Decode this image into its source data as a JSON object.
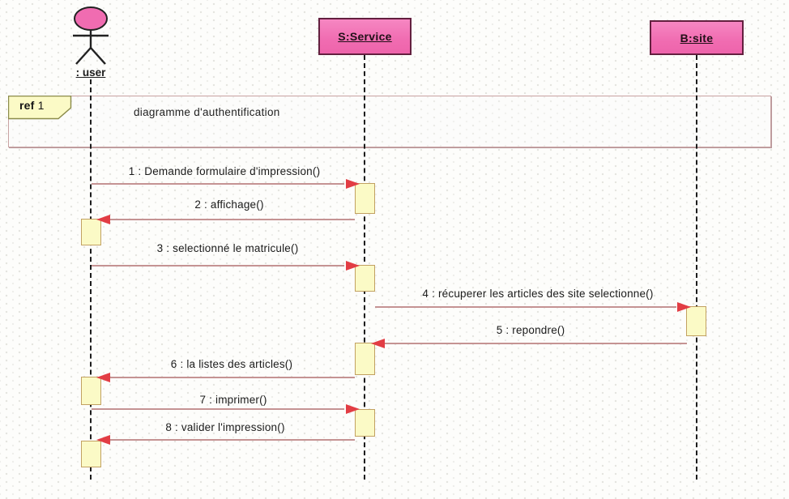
{
  "diagram": {
    "type": "uml-sequence-diagram",
    "actor": {
      "label": ": user"
    },
    "participants": [
      {
        "id": "service",
        "label": "S:Service"
      },
      {
        "id": "bsite",
        "label": "B:site"
      }
    ],
    "ref_frame": {
      "operator": "ref",
      "number": "1",
      "title": "diagramme d'authentification"
    },
    "messages": [
      {
        "label": "1 : Demande formulaire d'impression()",
        "from": "user",
        "to": "service",
        "direction": "right"
      },
      {
        "label": "2 : affichage()",
        "from": "service",
        "to": "user",
        "direction": "left"
      },
      {
        "label": "3 : selectionné le matricule()",
        "from": "user",
        "to": "service",
        "direction": "right"
      },
      {
        "label": "4 : récuperer les articles des site selectionne()",
        "from": "service",
        "to": "bsite",
        "direction": "right"
      },
      {
        "label": "5 : repondre()",
        "from": "bsite",
        "to": "service",
        "direction": "left"
      },
      {
        "label": "6 : la listes des articles()",
        "from": "service",
        "to": "user",
        "direction": "left"
      },
      {
        "label": "7 : imprimer()",
        "from": "user",
        "to": "service",
        "direction": "right"
      },
      {
        "label": "8 : valider l'impression()",
        "from": "service",
        "to": "user",
        "direction": "left"
      }
    ],
    "colors": {
      "participant_fill": "#f06cb1",
      "participant_border": "#63203f",
      "activation_fill": "#fbfac6",
      "activation_border": "#c2a162",
      "message_line": "#c59393",
      "arrowhead": "#e23d44",
      "frame_border": "#c9a2a2",
      "ref_label_fill": "#fbfac6",
      "ref_label_border": "#8b8b4a",
      "lifeline": "#1d1d1d"
    }
  }
}
